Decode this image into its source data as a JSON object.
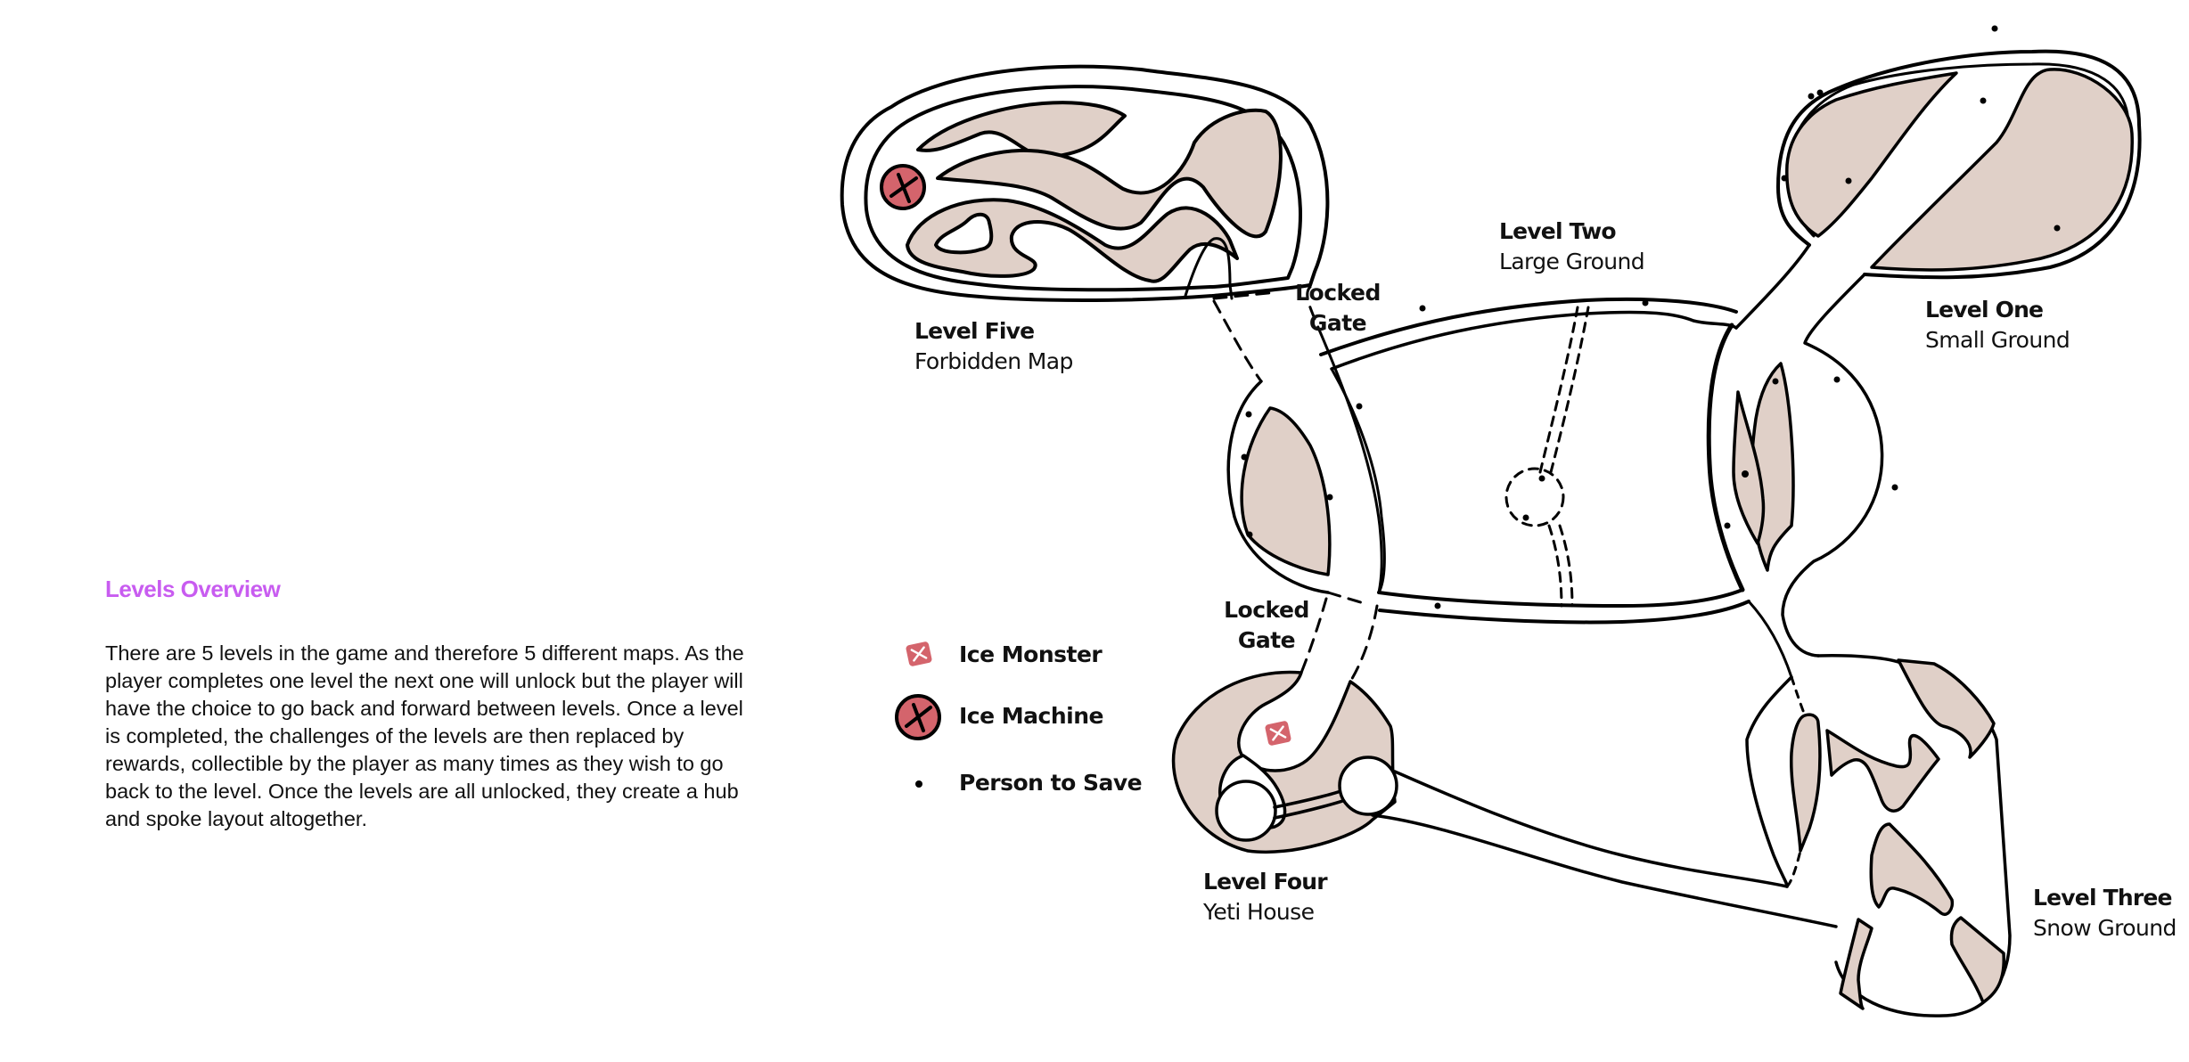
{
  "colors": {
    "title_accent": "#c85cf0",
    "ground_fill": "#e0d0c8",
    "ice_red": "#d4646c",
    "stroke": "#000000"
  },
  "overview": {
    "title": "Levels Overview",
    "body": "There are 5 levels in the game and therefore 5 different maps. As the player completes one level the next one will unlock but the player will have the choice to go back and forward between levels. Once a level is completed, the challenges of the levels are then replaced by rewards, collectible by the player as many times as they wish to go back to the level. Once the levels are all unlocked, they create a hub and spoke layout altogether."
  },
  "legend": {
    "items": [
      {
        "icon": "ice-monster-icon",
        "label": "Ice Monster"
      },
      {
        "icon": "ice-machine-icon",
        "label": "Ice Machine"
      },
      {
        "icon": "person-dot-icon",
        "label": "Person to Save"
      }
    ]
  },
  "levels": {
    "one": {
      "name": "Level One",
      "subtitle": "Small Ground"
    },
    "two": {
      "name": "Level Two",
      "subtitle": "Large Ground"
    },
    "three": {
      "name": "Level Three",
      "subtitle": "Snow Ground"
    },
    "four": {
      "name": "Level Four",
      "subtitle": "Yeti House"
    },
    "five": {
      "name": "Level Five",
      "subtitle": "Forbidden Map"
    }
  },
  "gates": {
    "upper": {
      "line1": "Locked",
      "line2": "Gate"
    },
    "lower": {
      "line1": "Locked",
      "line2": "Gate"
    }
  }
}
